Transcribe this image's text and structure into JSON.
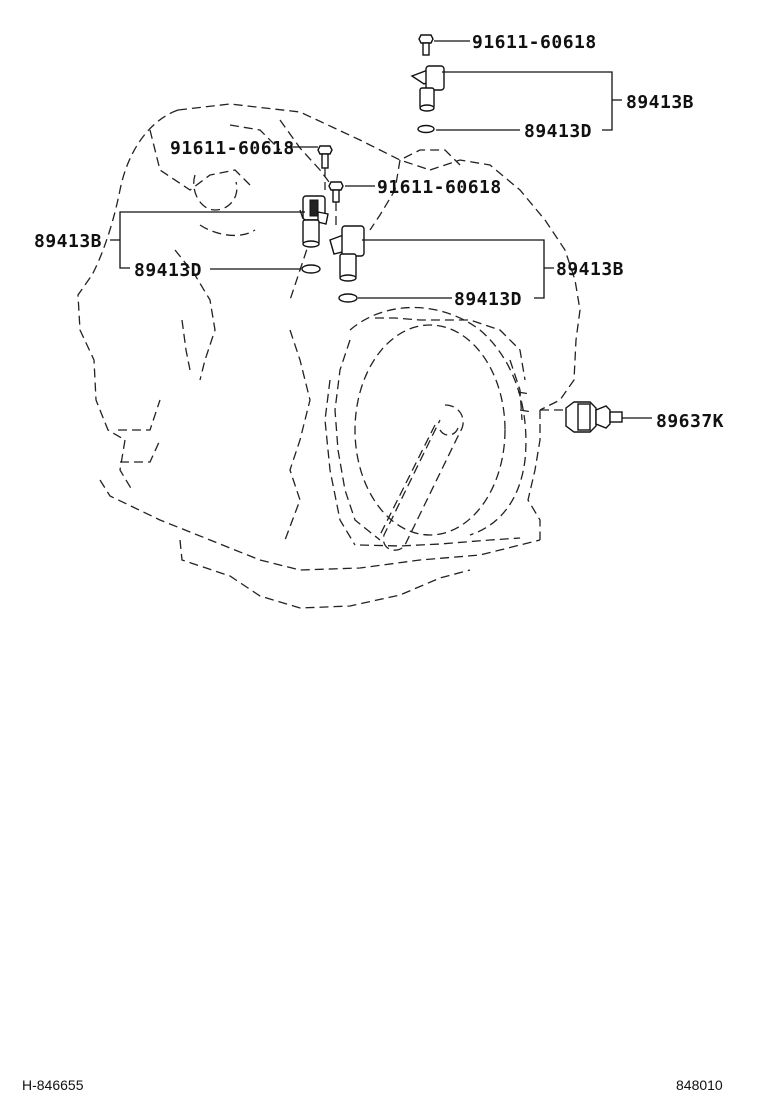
{
  "callouts": {
    "bolt_top": "91611-60618",
    "bolt_left": "91611-60618",
    "bolt_mid": "91611-60618",
    "sensor_top": "89413B",
    "oring_top": "89413D",
    "sensor_left": "89413B",
    "oring_left": "89413D",
    "sensor_right": "89413B",
    "oring_right": "89413D",
    "switch_right": "89637K"
  },
  "footer": {
    "left_code": "H-846655",
    "right_code": "848010"
  }
}
